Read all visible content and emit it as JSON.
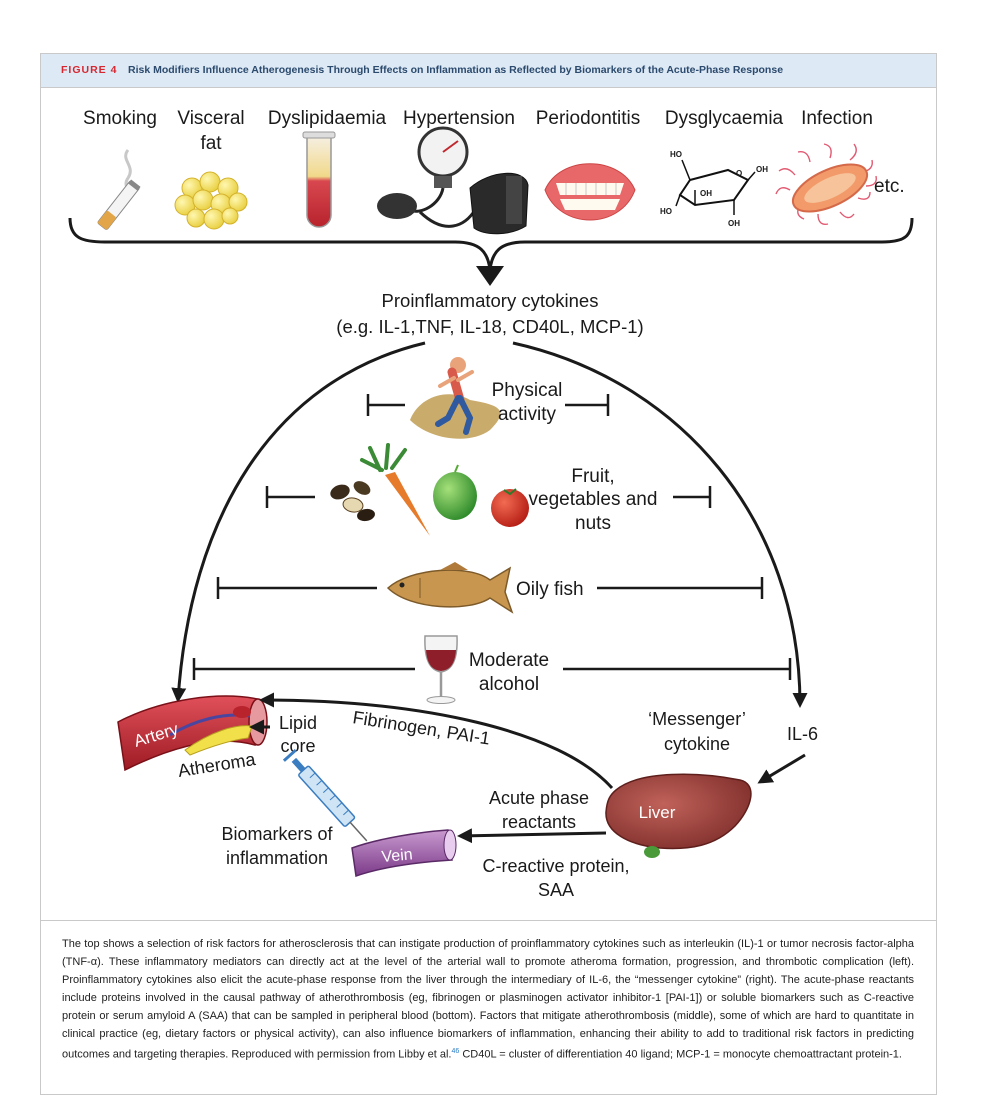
{
  "figure": {
    "label": "FIGURE 4",
    "title": "Risk Modifiers Influence Atherogenesis Through Effects on Inflammation as Reflected by Biomarkers of the Acute-Phase Response"
  },
  "risk_factors": [
    {
      "line1": "Smoking",
      "line2": "",
      "icon": "cigarette-icon"
    },
    {
      "line1": "Visceral",
      "line2": "fat",
      "icon": "fat-cells-icon"
    },
    {
      "line1": "Dyslipidaemia",
      "line2": "",
      "icon": "test-tube-icon"
    },
    {
      "line1": "Hypertension",
      "line2": "",
      "icon": "blood-pressure-cuff-icon"
    },
    {
      "line1": "Periodontitis",
      "line2": "",
      "icon": "inflamed-gums-icon"
    },
    {
      "line1": "Dysglycaemia",
      "line2": "",
      "icon": "glucose-molecule-icon"
    },
    {
      "line1": "Infection",
      "line2": "",
      "icon": "bacterium-icon"
    }
  ],
  "etc_label": "etc.",
  "glucose_labels": {
    "ho_top": "HO",
    "oh_right": "OH",
    "o_ring": "O",
    "oh_mid": "OH",
    "ho_left": "HO",
    "oh_bottom": "OH"
  },
  "cytokines": {
    "line1": "Proinflammatory cytokines",
    "line2": "(e.g. IL-1,TNF, IL-18, CD40L, MCP-1)"
  },
  "modifiers": [
    {
      "line1": "Physical",
      "line2": "activity",
      "line3": "",
      "icon": "runner-icon"
    },
    {
      "line1": "Fruit,",
      "line2": "vegetables and",
      "line3": "nuts",
      "icon": "produce-icon"
    },
    {
      "line1": "Oily fish",
      "line2": "",
      "line3": "",
      "icon": "fish-icon"
    },
    {
      "line1": "Moderate",
      "line2": "alcohol",
      "line3": "",
      "icon": "wine-glass-icon"
    }
  ],
  "bottom": {
    "artery": "Artery",
    "atheroma": "Atheroma",
    "lipid_core_1": "Lipid",
    "lipid_core_2": "core",
    "fibrinogen": "Fibrinogen, PAI-1",
    "messenger_1": "‘Messenger’",
    "messenger_2": "cytokine",
    "il6": "IL-6",
    "liver": "Liver",
    "acute_1": "Acute phase",
    "acute_2": "reactants",
    "biomarkers_1": "Biomarkers of",
    "biomarkers_2": "inflammation",
    "vein": "Vein",
    "crp_1": "C-reactive protein,",
    "crp_2": "SAA"
  },
  "caption": {
    "text": "The top shows a selection of risk factors for atherosclerosis that can instigate production of proinflammatory cytokines such as interleukin (IL)-1 or tumor necrosis factor-alpha (TNF-α). These inflammatory mediators can directly act at the level of the arterial wall to promote atheroma formation, progression, and thrombotic complication (left). Proinflammatory cytokines also elicit the acute-phase response from the liver through the intermediary of IL-6, the “messenger cytokine” (right). The acute-phase reactants include proteins involved in the causal pathway of atherothrombosis (eg, fibrinogen or plasminogen activator inhibitor-1 [PAI-1]) or soluble biomarkers such as C-reactive protein or serum amyloid A (SAA) that can be sampled in peripheral blood (bottom). Factors that mitigate atherothrombosis (middle), some of which are hard to quantitate in clinical practice (eg, dietary factors or physical activity), can also influence biomarkers of inflammation, enhancing their ability to add to traditional risk factors in predicting outcomes and targeting therapies. Reproduced with permission from Libby et al.",
    "ref": "46",
    "text_after": " CD40L = cluster of differentiation 40 ligand; MCP-1 = monocyte chemoattractant protein-1."
  },
  "colors": {
    "header_bg": "#dde9f5",
    "label_red": "#d8262f",
    "title_navy": "#2b4a6d",
    "ref_blue": "#2a7cc4"
  }
}
